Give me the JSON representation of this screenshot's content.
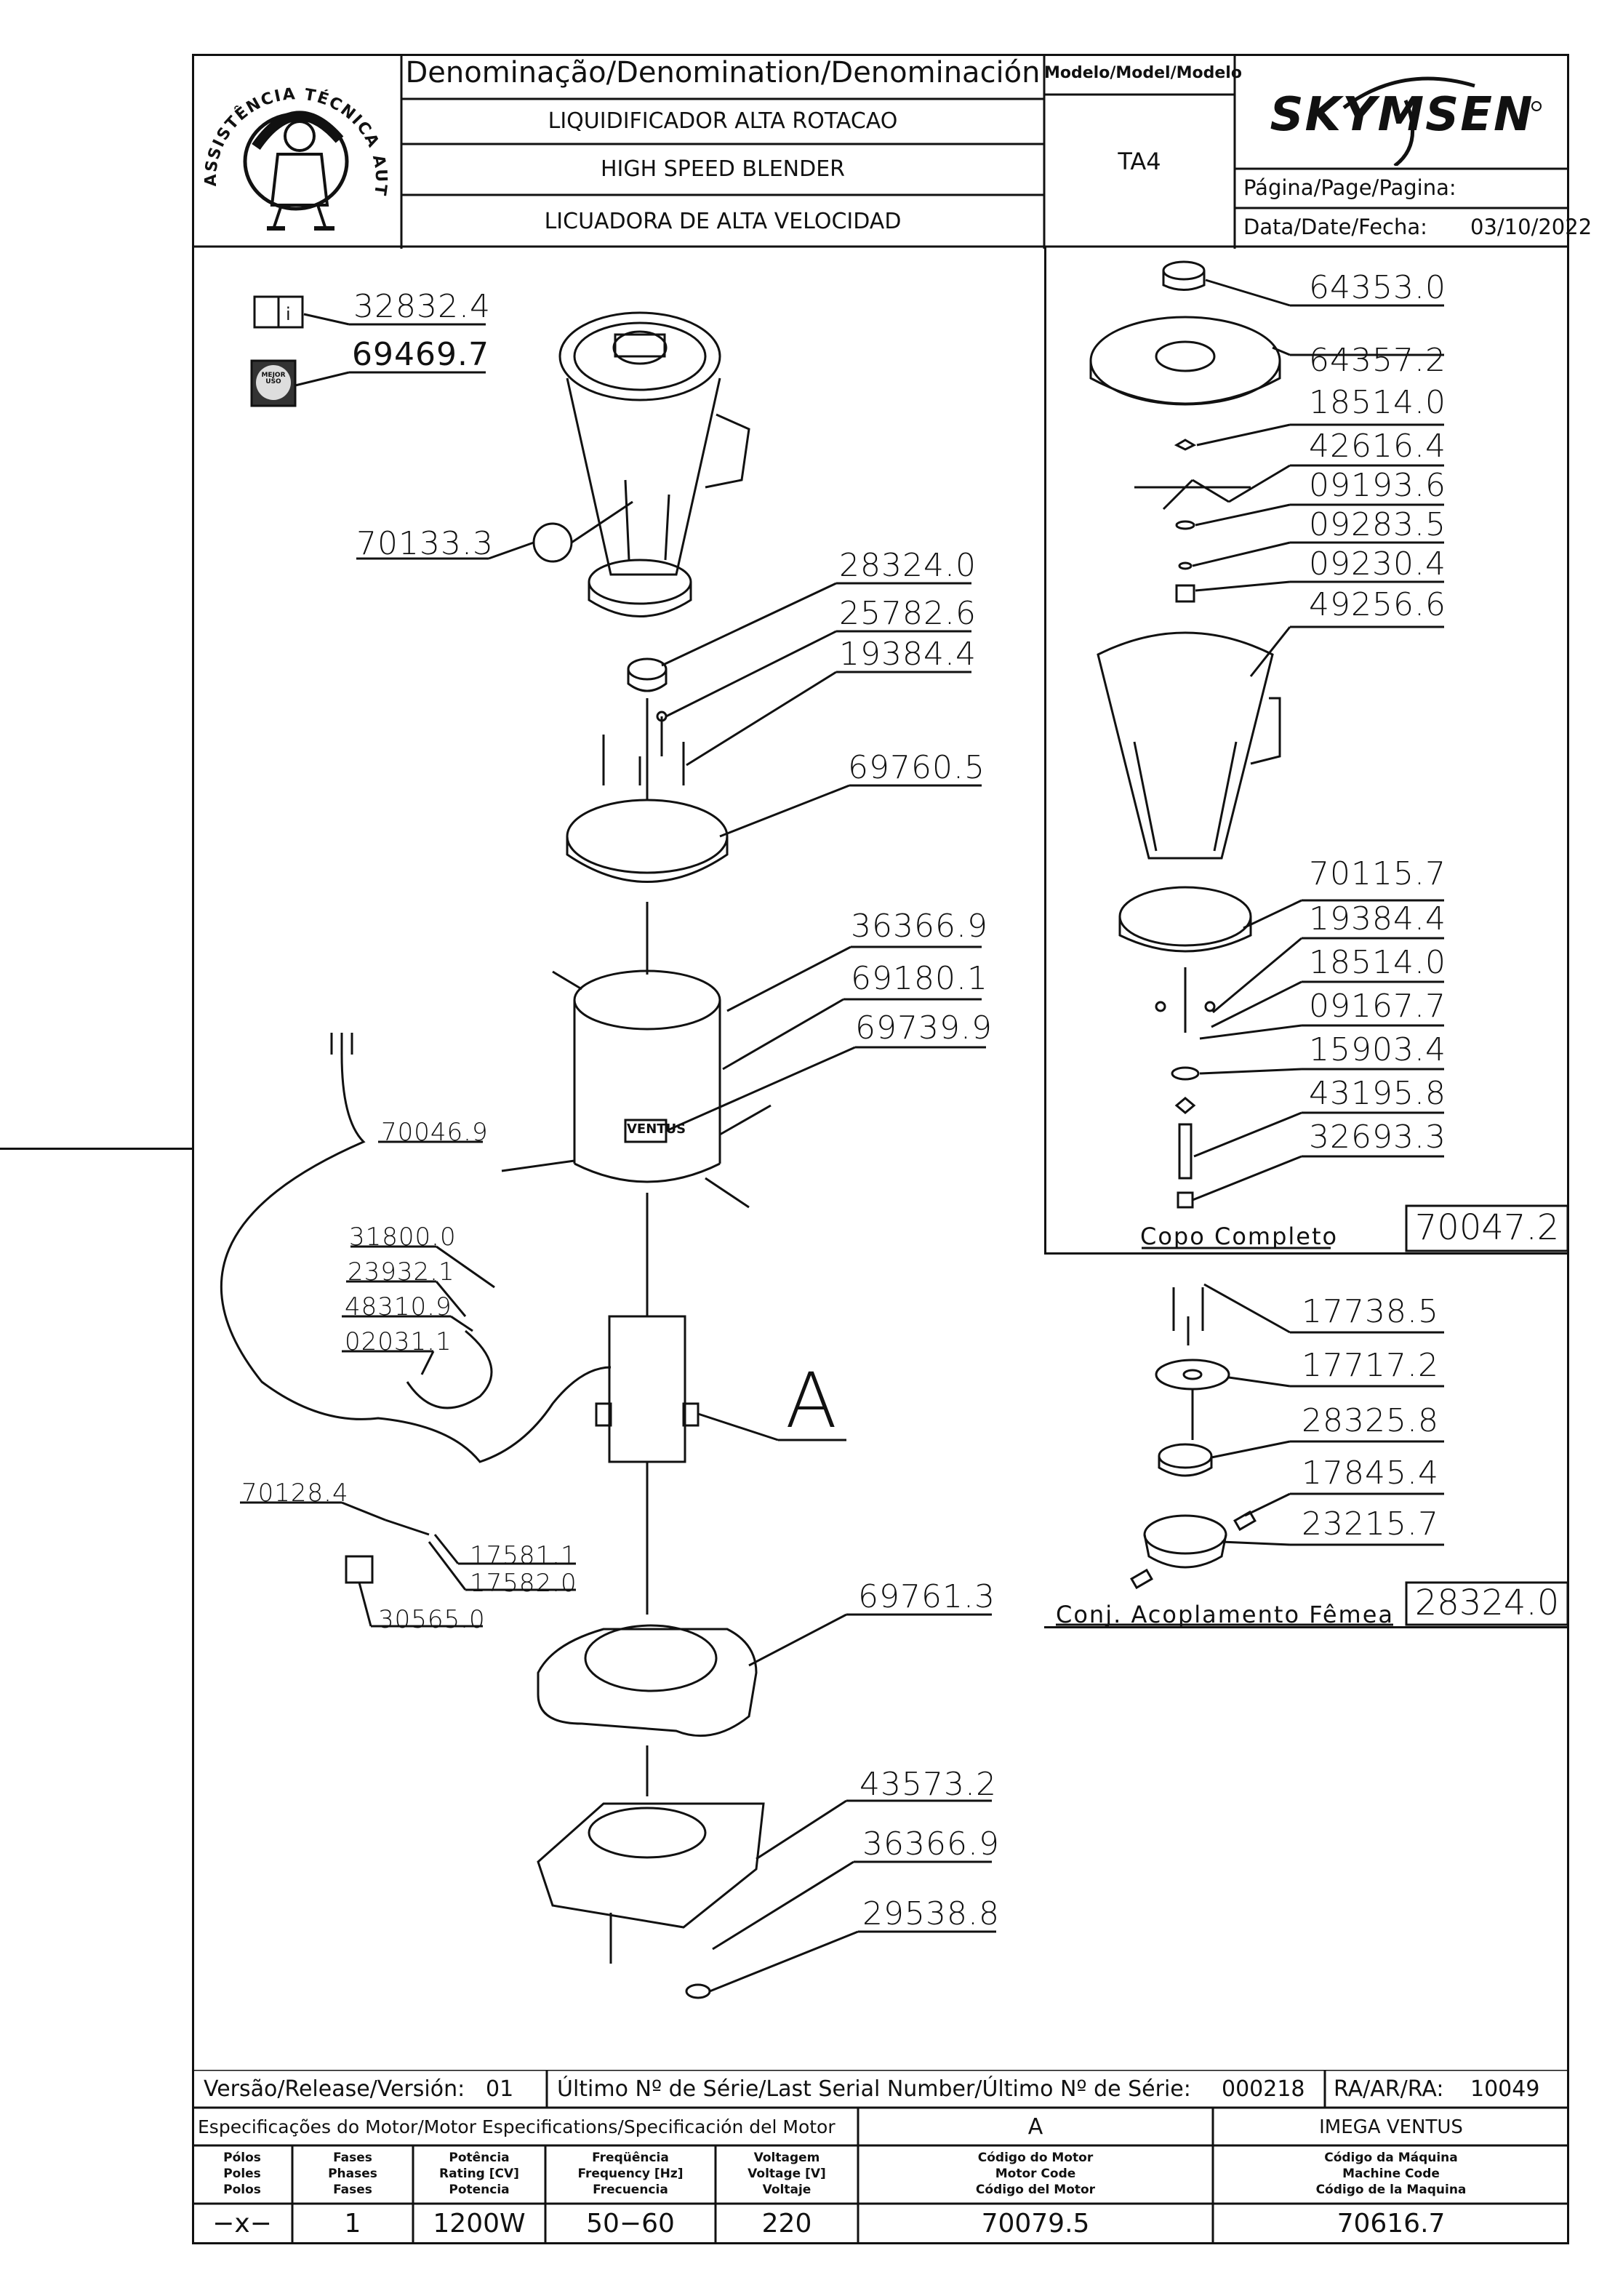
{
  "header": {
    "denomination_title": "Denominação/Denomination/Denominación",
    "names": [
      "LIQUIDIFICADOR ALTA ROTACAO",
      "HIGH SPEED BLENDER",
      "LICUADORA DE ALTA VELOCIDAD"
    ],
    "model_label": "Modelo/Model/Modelo",
    "model_value": "TA4",
    "brand": "SKYMSEN",
    "page_label": "Página/Page/Pagina:",
    "date_label": "Data/Date/Fecha:",
    "date_value": "03/10/2022",
    "seal_text": "ASSISTÊNCIA TÉCNICA AUTORIZADA"
  },
  "icons": {
    "manual": "manual-info-icon",
    "usage_sticker": "MEJOR USO"
  },
  "main_parts": {
    "p32832_4": "32832.4",
    "p69469_7": "69469.7",
    "p70133_3": "70133.3",
    "p28324_0": "28324.0",
    "p25782_6": "25782.6",
    "p19384_4": "19384.4",
    "p69760_5": "69760.5",
    "p36366_9a": "36366.9",
    "p69180_1": "69180.1",
    "p69739_9": "69739.9",
    "p70046_9": "70046.9",
    "p31800_0": "31800.0",
    "p23932_1": "23932.1",
    "p48310_9": "48310.9",
    "p02031_1": "02031.1",
    "motor_ref": "A",
    "p70128_4": "70128.4",
    "p17581_1": "17581.1",
    "p17582_0": "17582.0",
    "p30565_0": "30565.0",
    "p69761_3": "69761.3",
    "p43573_2": "43573.2",
    "p36366_9b": "36366.9",
    "p29538_8": "29538.8",
    "ventus_badge": "VENTUS"
  },
  "cup_assembly": {
    "parts": [
      "64353.0",
      "64357.2",
      "18514.0",
      "42616.4",
      "09193.6",
      "09283.5",
      "09230.4",
      "49256.6",
      "70115.7",
      "19384.4",
      "18514.0",
      "09167.7",
      "15903.4",
      "43195.8",
      "32693.3"
    ],
    "title": "Copo Completo",
    "code": "70047.2"
  },
  "coupling_assembly": {
    "parts": [
      "17738.5",
      "17717.2",
      "28325.8",
      "17845.4",
      "23215.7"
    ],
    "title": "Conj. Acoplamento Fêmea",
    "code": "28324.0"
  },
  "footer": {
    "version_label": "Versão/Release/Versión:",
    "version_value": "01",
    "serial_label": "Último Nº de Série/Last Serial Number/Último Nº de Série:",
    "serial_value": "000218",
    "ra_label": "RA/AR/RA:",
    "ra_value": "10049",
    "motor_spec_label": "Especificações do Motor/Motor Especifications/Specificación del Motor",
    "motor_ref": "A",
    "machine_name": "IMEGA VENTUS",
    "col_headers": [
      [
        "Pólos",
        "Poles",
        "Polos"
      ],
      [
        "Fases",
        "Phases",
        "Fases"
      ],
      [
        "Potência",
        "Rating [CV]",
        "Potencia"
      ],
      [
        "Freqüência",
        "Frequency [Hz]",
        "Frecuencia"
      ],
      [
        "Voltagem",
        "Voltage [V]",
        "Voltaje"
      ],
      [
        "Código do Motor",
        "Motor Code",
        "Código del Motor"
      ],
      [
        "Código da Máquina",
        "Machine Code",
        "Código de la Maquina"
      ]
    ],
    "values": {
      "poles": "−x−",
      "phases": "1",
      "rating": "1200W",
      "frequency": "50−60",
      "voltage": "220",
      "motor_code": "70079.5",
      "machine_code": "70616.7"
    }
  }
}
